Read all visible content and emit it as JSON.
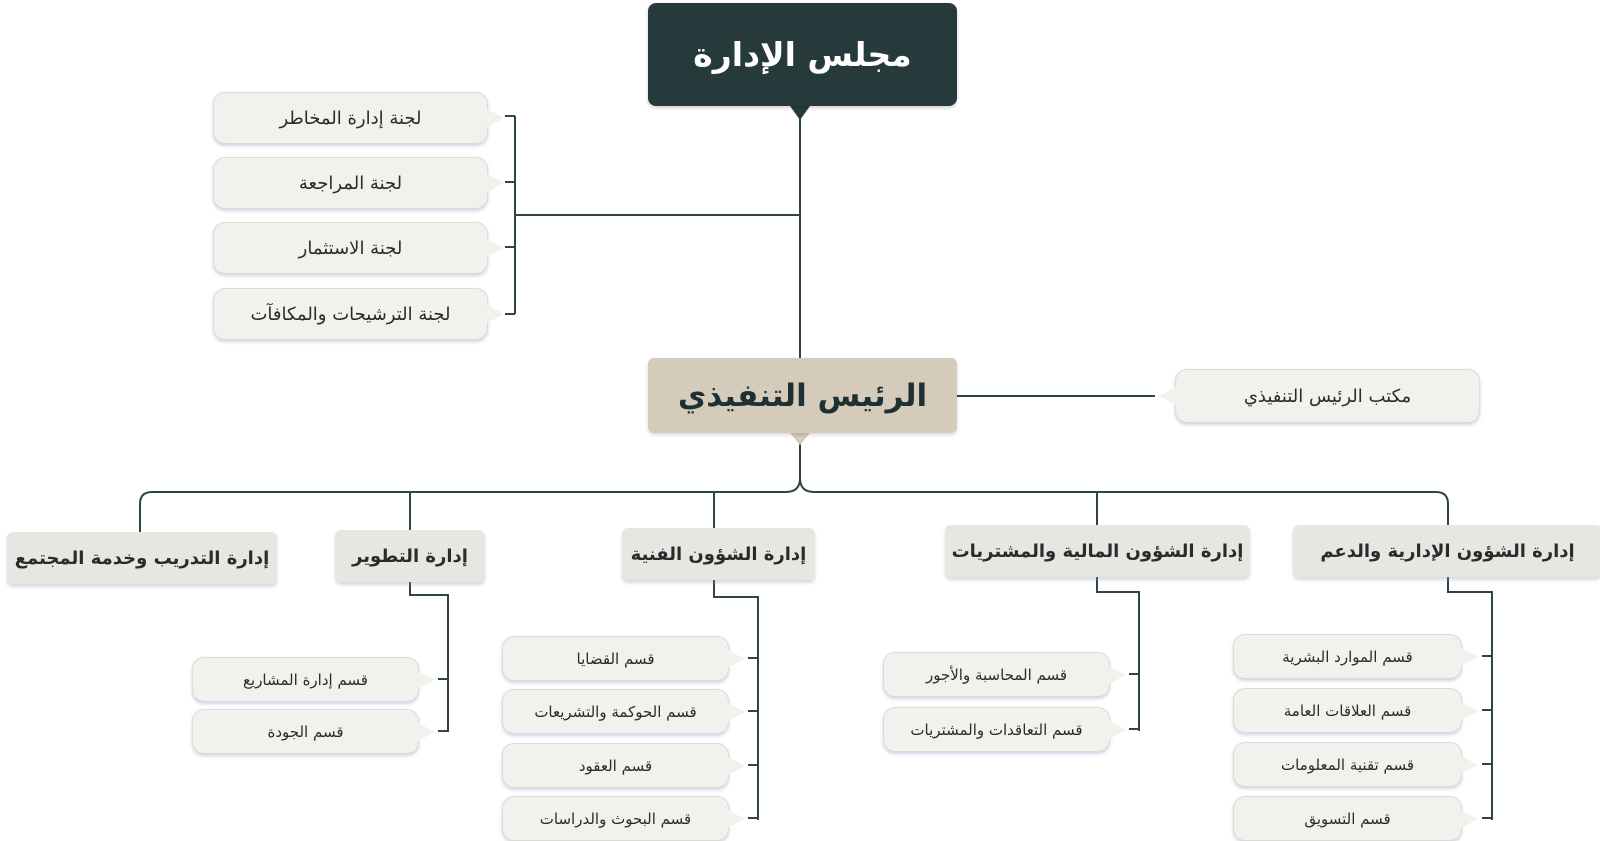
{
  "board": {
    "label": "مجلس الإدارة"
  },
  "ceo": {
    "label": "الرئيس التنفيذي"
  },
  "ceo_office": {
    "label": "مكتب الرئيس التنفيذي"
  },
  "committees": [
    {
      "label": "لجنة إدارة المخاطر"
    },
    {
      "label": "لجنة المراجعة"
    },
    {
      "label": "لجنة الاستثمار"
    },
    {
      "label": "لجنة الترشيحات والمكافآت"
    }
  ],
  "departments": [
    {
      "label": "إدارة الشؤون الإدارية والدعم",
      "sections": [
        "قسم الموارد البشرية",
        "قسم العلاقات العامة",
        "قسم تقنية المعلومات",
        "قسم التسويق"
      ]
    },
    {
      "label": "إدارة الشؤون المالية والمشتريات",
      "sections": [
        "قسم المحاسبة والأجور",
        "قسم التعاقدات والمشتريات"
      ]
    },
    {
      "label": "إدارة الشؤون الفنية",
      "sections": [
        "قسم القضايا",
        "قسم الحوكمة والتشريعات",
        "قسم العقود",
        "قسم البحوث والدراسات"
      ]
    },
    {
      "label": "إدارة التطوير",
      "sections": [
        "قسم إدارة المشاريع",
        "قسم الجودة"
      ]
    },
    {
      "label": "إدارة التدريب وخدمة المجتمع",
      "sections": []
    }
  ],
  "colors": {
    "board_bg": "#263a3c",
    "ceo_bg": "#d4cbbb",
    "department_bg": "#e7e6e3",
    "leaf_bg": "#f2f1ee",
    "connector": "#2f4446"
  }
}
